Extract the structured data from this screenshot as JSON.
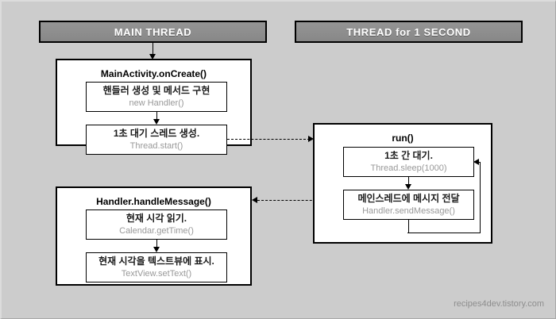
{
  "diagram": {
    "title": "Android Handler / Thread flow diagram",
    "background_color": "#cccccc",
    "banner_color": "#8f8f8f",
    "banner_text_color": "#ffffff",
    "sub_text_color": "#999999",
    "line_color": "#000000"
  },
  "banners": [
    {
      "id": "main-thread",
      "label": "MAIN  THREAD"
    },
    {
      "id": "thread-1-second",
      "label": "THREAD  for  1 SECOND"
    }
  ],
  "panels": [
    {
      "id": "main-activity-oncreate",
      "title": "MainActivity.onCreate()",
      "steps": [
        {
          "id": "create-handler",
          "main": "핸들러 생성 및 메서드 구현",
          "sub": "new Handler()"
        },
        {
          "id": "create-thread",
          "main": "1초 대기 스레드 생성.",
          "sub": "Thread.start()"
        }
      ]
    },
    {
      "id": "handler-handlemessage",
      "title": "Handler.handleMessage()",
      "steps": [
        {
          "id": "read-current-time",
          "main": "현재 시각 읽기.",
          "sub": "Calendar.getTime()"
        },
        {
          "id": "show-time-textview",
          "main": "현재 시각을 텍스트뷰에 표시.",
          "sub": "TextView.setText()"
        }
      ]
    },
    {
      "id": "run",
      "title": "run()",
      "steps": [
        {
          "id": "sleep-1-second",
          "main": "1초 간 대기.",
          "sub": "Thread.sleep(1000)"
        },
        {
          "id": "send-message",
          "main": "메인스레드에 메시지 전달",
          "sub": "Handler.sendMessage()"
        }
      ]
    }
  ],
  "footer": {
    "watermark": "recipes4dev.tistory.com"
  }
}
